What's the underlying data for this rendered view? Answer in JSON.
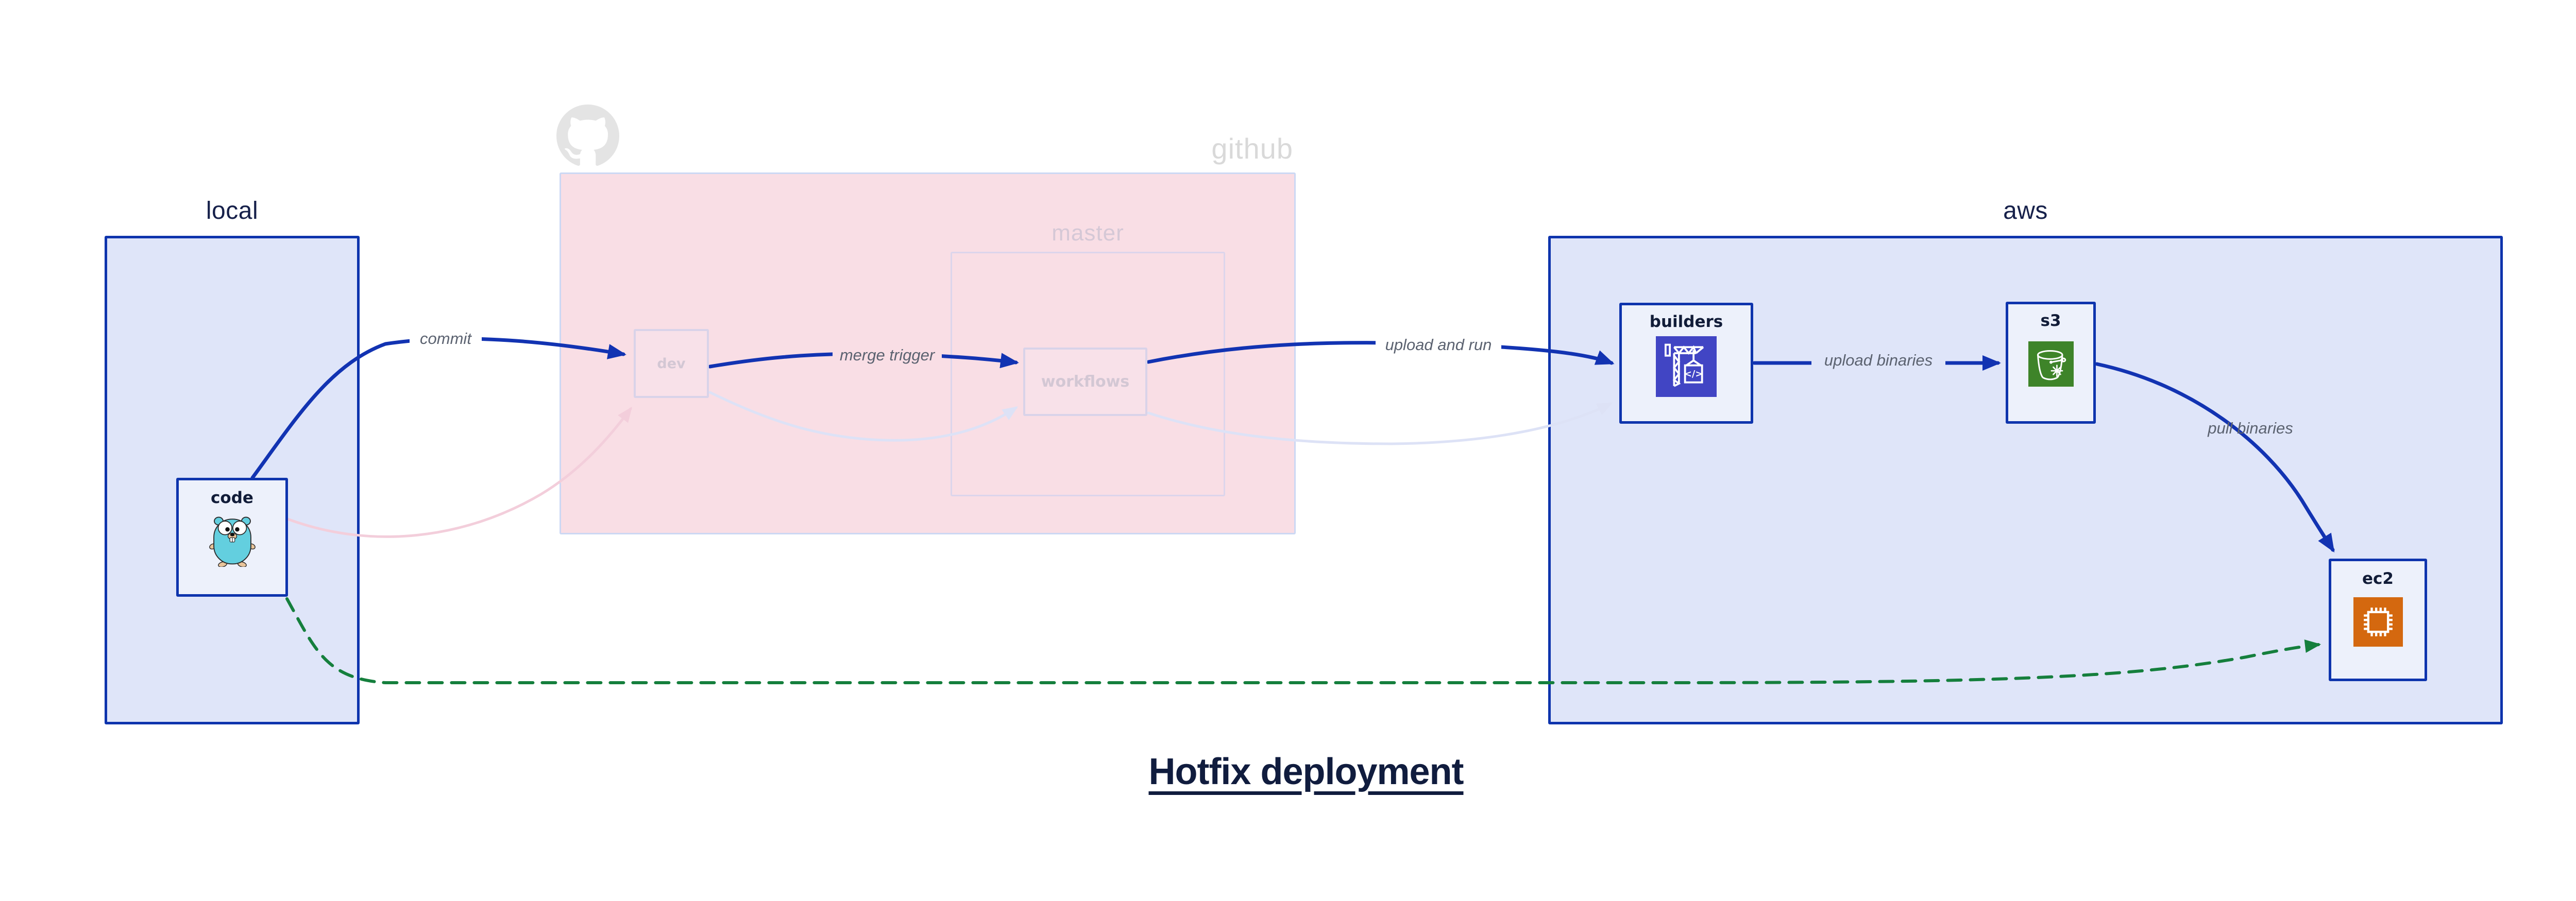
{
  "diagram": {
    "title": "Hotfix deployment",
    "containers": {
      "local": {
        "label": "local"
      },
      "github": {
        "label": "github",
        "master": {
          "label": "master"
        }
      },
      "aws": {
        "label": "aws"
      }
    },
    "nodes": {
      "code": {
        "label": "code"
      },
      "dev": {
        "label": "dev"
      },
      "workflows": {
        "label": "workflows"
      },
      "builders": {
        "label": "builders"
      },
      "s3": {
        "label": "s3"
      },
      "ec2": {
        "label": "ec2"
      }
    },
    "edges": {
      "commit": {
        "label": "commit"
      },
      "merge_trigger": {
        "label": "merge trigger"
      },
      "upload_and_run": {
        "label": "upload and run"
      },
      "upload_binaries": {
        "label": "upload binaries"
      },
      "pull_binaries": {
        "label": "pull binaries"
      },
      "hotfix_path": {
        "label": ""
      }
    },
    "icons": {
      "codebuild_glyph": "</>"
    },
    "colors": {
      "container_blue_fill": "#dfe5f9",
      "container_blue_border": "#0e34ad",
      "node_fill": "#edf1fb",
      "github_fill": "#f9dee5",
      "github_border": "#ccd8f4",
      "master_border": "#dcd5ec",
      "faded_label_text": "#d5c8d6",
      "edge_blue": "#1233b2",
      "edge_green": "#157f3d",
      "edge_faded_pink": "#f3cedb",
      "edge_faded_lavender": "#dde2f6",
      "edge_label_gray": "#5b6270",
      "codebuild_indigo": "#4145c4",
      "s3_green": "#3e8429",
      "ec2_orange": "#d4680f",
      "gopher_teal": "#63cfdf",
      "octocat_gray": "#e4e4e4",
      "title_navy": "#101c3e"
    }
  }
}
